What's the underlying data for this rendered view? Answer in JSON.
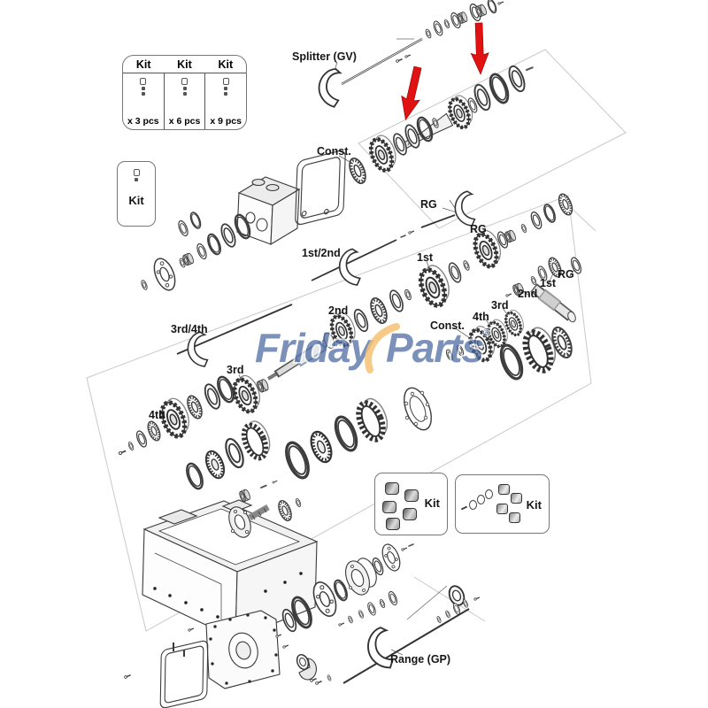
{
  "watermark": {
    "word1": "Friday",
    "word2": "Parts",
    "reg": "®",
    "blue": "#4a68a0",
    "orange": "#f2a93c"
  },
  "arrow_color": "#e01212",
  "labels": {
    "splitter": "Splitter (GV)",
    "const_upper": "Const.",
    "rg_top": "RG",
    "rg_mid": "RG",
    "first_second": "1st/2nd",
    "first_mid": "1st",
    "second_mid": "2nd",
    "third_fourth": "3rd/4th",
    "third_mid": "3rd",
    "fourth_left": "4th",
    "const_right": "Const.",
    "fourth_right": "4th",
    "third_right": "3rd",
    "second_right": "2nd",
    "first_right": "1st",
    "rg_right": "RG",
    "range": "Range (GP)"
  },
  "kit_panel": {
    "columns": [
      {
        "title": "Kit",
        "qty": "x 3 pcs"
      },
      {
        "title": "Kit",
        "qty": "x 6 pcs"
      },
      {
        "title": "Kit",
        "qty": "x 9 pcs"
      }
    ]
  },
  "kit_tags": {
    "left": "Kit",
    "box1": "Kit",
    "box2": "Kit"
  }
}
